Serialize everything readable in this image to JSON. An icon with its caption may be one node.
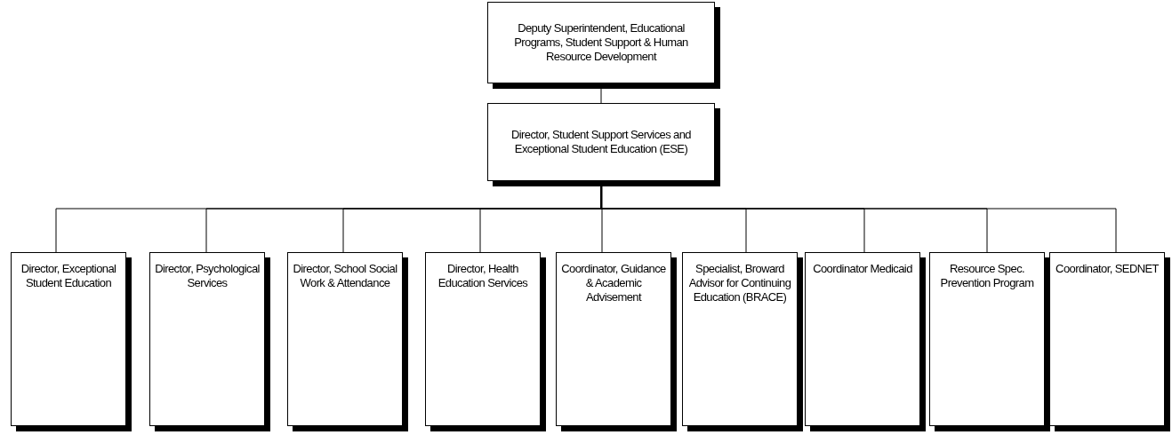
{
  "diagram": {
    "nodes": [
      {
        "text": [
          "Deputy Superintendent, Educational Programs, Student Support & Human Resource Development"
        ]
      },
      {
        "text": [
          "Director, Student Support Services and Exceptional Student Education (ESE)"
        ]
      },
      {
        "text": [
          "Director, Exceptional Student Education"
        ]
      },
      {
        "text": [
          "Director, Psychological Services"
        ]
      },
      {
        "text": [
          "Director, School Social Work & Attendance"
        ]
      },
      {
        "text": [
          "Director, Health Education Services"
        ]
      },
      {
        "text": [
          "Coordinator, Guidance & Academic Advisement"
        ]
      },
      {
        "text": [
          "Specialist, Broward Advisor for Continuing Education (BRACE)"
        ]
      },
      {
        "text": [
          "Coordinator Medicaid"
        ]
      },
      {
        "text": [
          "Resource Spec. Prevention Program"
        ]
      },
      {
        "text": [
          "Coordinator, SEDNET"
        ]
      }
    ],
    "edges": [
      {
        "from": 0,
        "to": 1,
        "arrow": "none"
      },
      {
        "from": 1,
        "to": 2,
        "arrow": "none"
      },
      {
        "from": 1,
        "to": 3,
        "arrow": "none"
      },
      {
        "from": 1,
        "to": 4,
        "arrow": "none"
      },
      {
        "from": 1,
        "to": 5,
        "arrow": "none"
      },
      {
        "from": 1,
        "to": 6,
        "arrow": "none"
      },
      {
        "from": 1,
        "to": 7,
        "arrow": "none"
      },
      {
        "from": 1,
        "to": 8,
        "arrow": "none"
      },
      {
        "from": 1,
        "to": 9,
        "arrow": "none"
      },
      {
        "from": 1,
        "to": 10,
        "arrow": "none"
      }
    ]
  }
}
